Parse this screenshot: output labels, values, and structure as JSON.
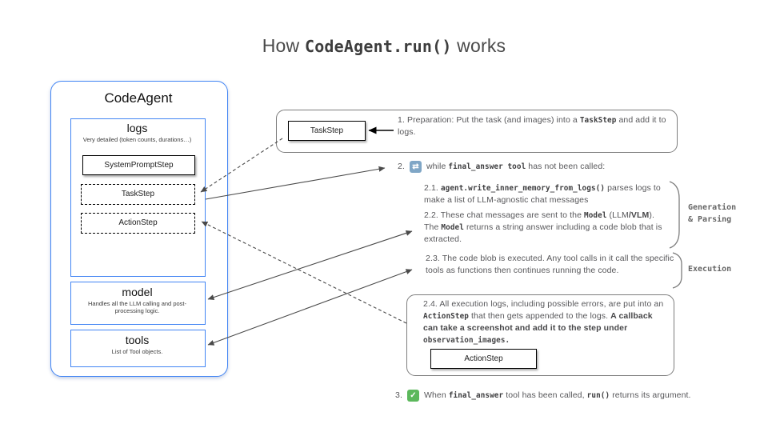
{
  "colors": {
    "accent_blue": "#4285f4",
    "annotation_border_gray": "#7d7d7d",
    "body_text_gray": "#57575a",
    "code_text": "#3d3d3f",
    "arrow": "#4a4a4a",
    "loop_icon_bg": "#7fa6c6",
    "check_icon_bg": "#5cb85c"
  },
  "title": {
    "pre": "How ",
    "code": "CodeAgent.run()",
    "post": " works"
  },
  "icons": {
    "loop_glyph": "⇄",
    "check_glyph": "✓"
  },
  "agent": {
    "name": "CodeAgent",
    "logs": {
      "title": "logs",
      "subtitle": "Very detailed (token counts, durations…)",
      "steps": [
        {
          "label": "SystemPromptStep",
          "style": "solid"
        },
        {
          "label": "TaskStep",
          "style": "dashed"
        },
        {
          "label": "ActionStep",
          "style": "dashed"
        }
      ]
    },
    "model": {
      "title": "model",
      "subtitle": "Handles all the LLM calling and post-processing logic."
    },
    "tools": {
      "title": "tools",
      "subtitle": "List of Tool objects."
    }
  },
  "flow": {
    "step1": {
      "box_label": "TaskStep",
      "segments": [
        {
          "t": "1.  Preparation: Put the task (and images) into a "
        },
        {
          "t": "TaskStep",
          "code": true
        },
        {
          "t": " and add it to logs."
        }
      ]
    },
    "step2": {
      "number": "2.",
      "segments": [
        {
          "t": "while "
        },
        {
          "t": "final_answer tool",
          "code": true
        },
        {
          "t": "  has not been called:"
        }
      ]
    },
    "step21": {
      "segments": [
        {
          "t": "2.1. "
        },
        {
          "t": "agent.write_inner_memory_from_logs()",
          "code": true
        },
        {
          "t": " parses logs to make a list of LLM-agnostic chat messages"
        }
      ]
    },
    "step22": {
      "segments": [
        {
          "t": "2.2. These chat messages are sent to the "
        },
        {
          "t": "Model",
          "code": true
        },
        {
          "t": " (LLM"
        },
        {
          "t": "/VLM",
          "b": true
        },
        {
          "t": "). The "
        },
        {
          "t": "Model",
          "code": true
        },
        {
          "t": "  returns a string answer including a code blob that is extracted."
        }
      ]
    },
    "step23": {
      "segments": [
        {
          "t": "2.3. The code blob is executed. Any tool calls in it call the specific tools as functions then continues running the code."
        }
      ]
    },
    "step24": {
      "box_label": "ActionStep",
      "segments": [
        {
          "t": "2.4. All execution logs, including possible errors, are put into an "
        },
        {
          "t": "ActionStep",
          "code": true
        },
        {
          "t": " that then gets appended to the logs. "
        },
        {
          "t": "A callback can  take a screenshot and add it to the step under ",
          "b": true
        },
        {
          "t": "observation_images.",
          "code": true,
          "b": true
        }
      ]
    },
    "step3": {
      "number": "3.",
      "segments": [
        {
          "t": "When "
        },
        {
          "t": "final_answer",
          "code": true
        },
        {
          "t": " tool has been called, "
        },
        {
          "t": "run()",
          "code": true
        },
        {
          "t": " returns its argument."
        }
      ]
    },
    "side_labels": {
      "generation": "Generation\n& Parsing",
      "execution": "Execution"
    }
  }
}
